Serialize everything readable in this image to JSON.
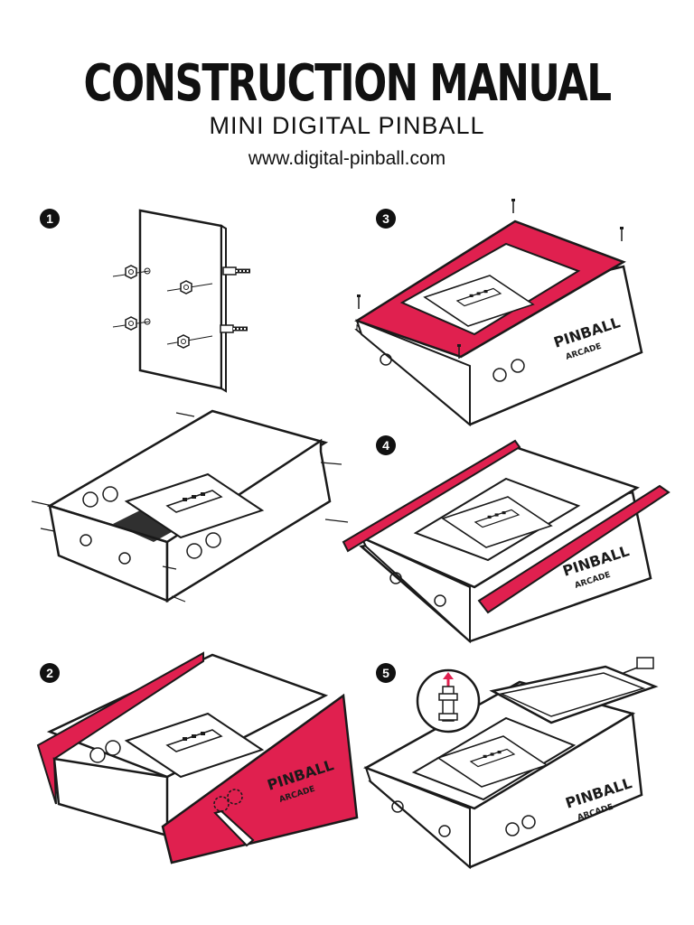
{
  "header": {
    "title": "CONSTRUCTION MANUAL",
    "subtitle": "MINI DIGITAL PINBALL",
    "url": "www.digital-pinball.com"
  },
  "steps": [
    {
      "number": "1"
    },
    {
      "number": "2"
    },
    {
      "number": "3"
    },
    {
      "number": "4"
    },
    {
      "number": "5"
    }
  ],
  "logo": {
    "line1": "PINBALL",
    "line2": "ARCADE"
  },
  "colors": {
    "accent": "#e0204f",
    "ink": "#1a1a1a",
    "paper": "#ffffff"
  }
}
